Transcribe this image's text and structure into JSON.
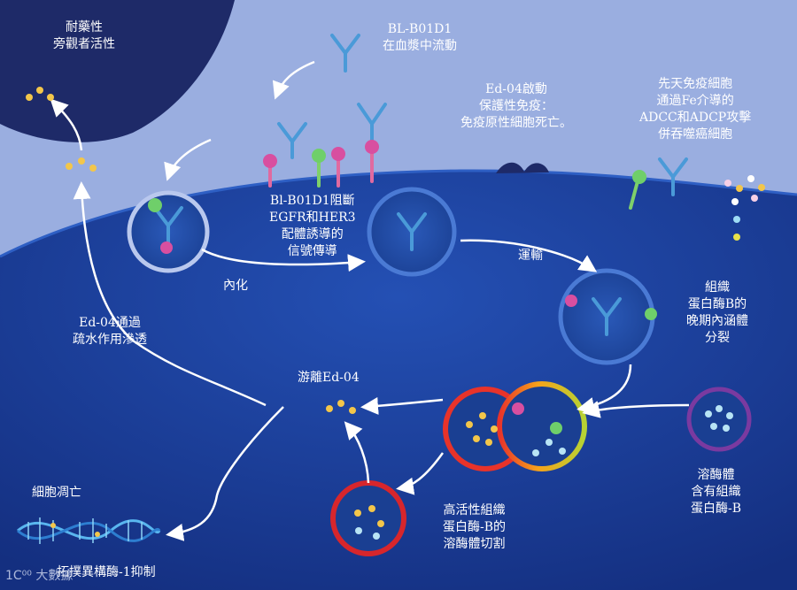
{
  "labels": {
    "resistant_bystander": [
      "耐藥性",
      "旁觀者活性"
    ],
    "bl_b01d1_circulating": [
      "BL-B01D1",
      "在血漿中流動"
    ],
    "ed04_immunity": [
      "Ed-04啟動",
      "保護性免疫：",
      "免疫原性細胞死亡。"
    ],
    "innate_immune": [
      "先天免疫細胞",
      "通過Fe介導的",
      "ADCC和ADCP攻擊",
      "併吞噬癌細胞"
    ],
    "blocking_signal": [
      "Bl-B01D1阻斷",
      "EGFR和HER3",
      "配體誘導的",
      "信號傳導"
    ],
    "internalization": "內化",
    "transport": "運輸",
    "late_endosome": [
      "組織",
      "蛋白酶B的",
      "晚期內涵體",
      "分裂"
    ],
    "ed04_hydrophobic": [
      "Ed-04通過",
      "疏水作用滲透"
    ],
    "free_ed04": "游離Ed-04",
    "cell_death": "細胞凋亡",
    "lysosome": [
      "溶酶體",
      "含有組織",
      "蛋白酶-B"
    ],
    "high_activity": [
      "高活性組織",
      "蛋白酶-B的",
      "溶酶體切割"
    ],
    "topo_inhibit": "拓撲異構酶-1抑制"
  },
  "watermark": "1C⁰⁰ 大數據",
  "colors": {
    "background": "#9aaee0",
    "cell_interior": "#1b3f9a",
    "dark_cell": "#1e2a68",
    "payload": "#f3c64a"
  }
}
